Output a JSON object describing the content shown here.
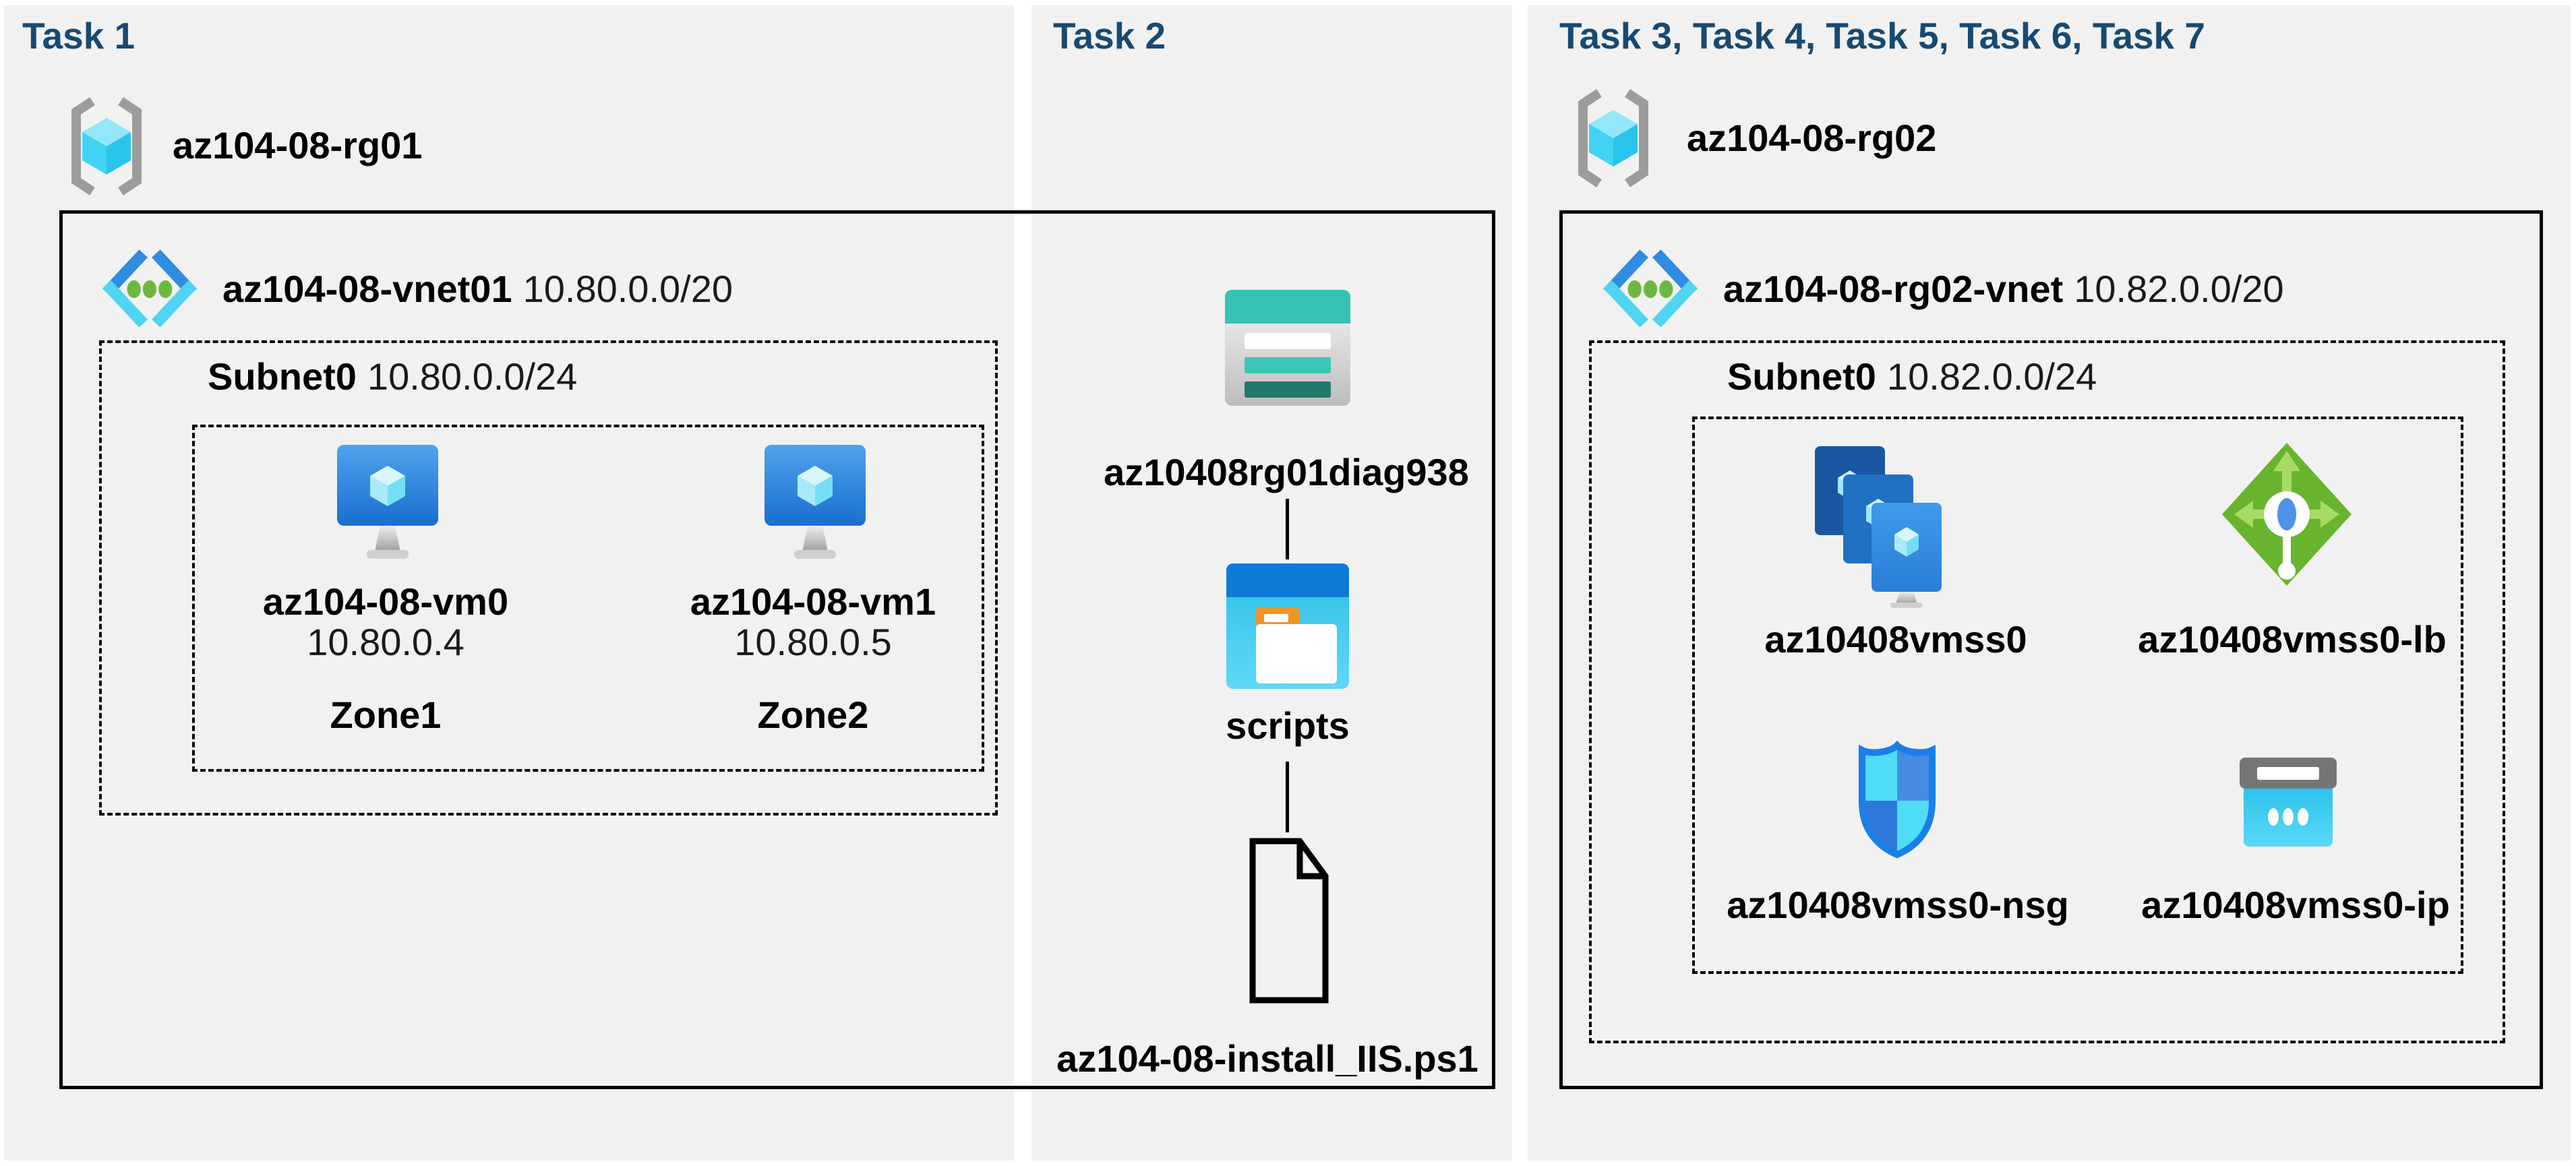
{
  "colors": {
    "panel_bg": "#F1F1F1",
    "title_navy": "#164A73",
    "storage_teal": "#35C2B2",
    "vnet_blue": "#2F8CE0",
    "vnet_cyan": "#4FD4F2",
    "dot_green": "#6CB83F",
    "lb_green": "#68B42E",
    "nsg_border_blue": "#1A7FE8",
    "vm_blue": "#1A6ECF"
  },
  "panels": {
    "task1": {
      "title": "Task 1",
      "resource_group": "az104-08-rg01",
      "vnet_name": "az104-08-vnet01",
      "vnet_cidr": "10.80.0.0/20",
      "subnet_name": "Subnet0",
      "subnet_cidr": "10.80.0.0/24",
      "vms": [
        {
          "name": "az104-08-vm0",
          "ip": "10.80.0.4",
          "zone": "Zone1"
        },
        {
          "name": "az104-08-vm1",
          "ip": "10.80.0.5",
          "zone": "Zone2"
        }
      ]
    },
    "task2": {
      "title": "Task 2",
      "storage_account": "az10408rg01diag938",
      "container": "scripts",
      "script_file": "az104-08-install_IIS.ps1"
    },
    "task3": {
      "title": "Task 3, Task 4, Task 5, Task 6, Task 7",
      "resource_group": "az104-08-rg02",
      "vnet_name": "az104-08-rg02-vnet",
      "vnet_cidr": "10.82.0.0/20",
      "subnet_name": "Subnet0",
      "subnet_cidr": "10.82.0.0/24",
      "resources": [
        {
          "name": "az10408vmss0",
          "type": "vm-scale-set"
        },
        {
          "name": "az10408vmss0-lb",
          "type": "load-balancer"
        },
        {
          "name": "az10408vmss0-nsg",
          "type": "network-security-group"
        },
        {
          "name": "az10408vmss0-ip",
          "type": "public-ip"
        }
      ]
    }
  }
}
